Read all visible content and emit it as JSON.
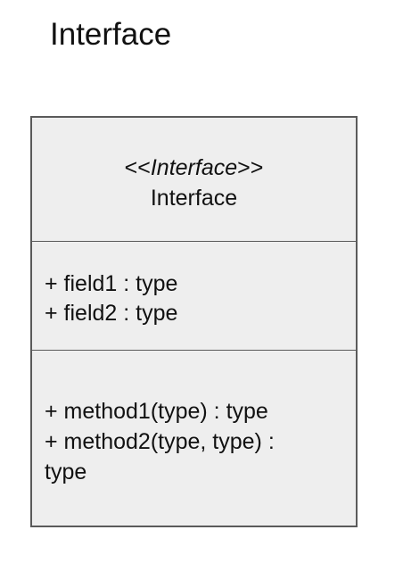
{
  "title": "Interface",
  "class_box": {
    "stereotype_open": "<<",
    "stereotype": "Interface",
    "stereotype_close": ">>",
    "name": "Interface",
    "fields": [
      "+ field1 : type",
      "+ field2 : type"
    ],
    "methods": [
      "+ method1(type) : type",
      "+ method2(type, type) :",
      "type"
    ]
  },
  "colors": {
    "box_fill": "#eeeeee",
    "box_border": "#5a5a5a",
    "text": "#111111"
  }
}
